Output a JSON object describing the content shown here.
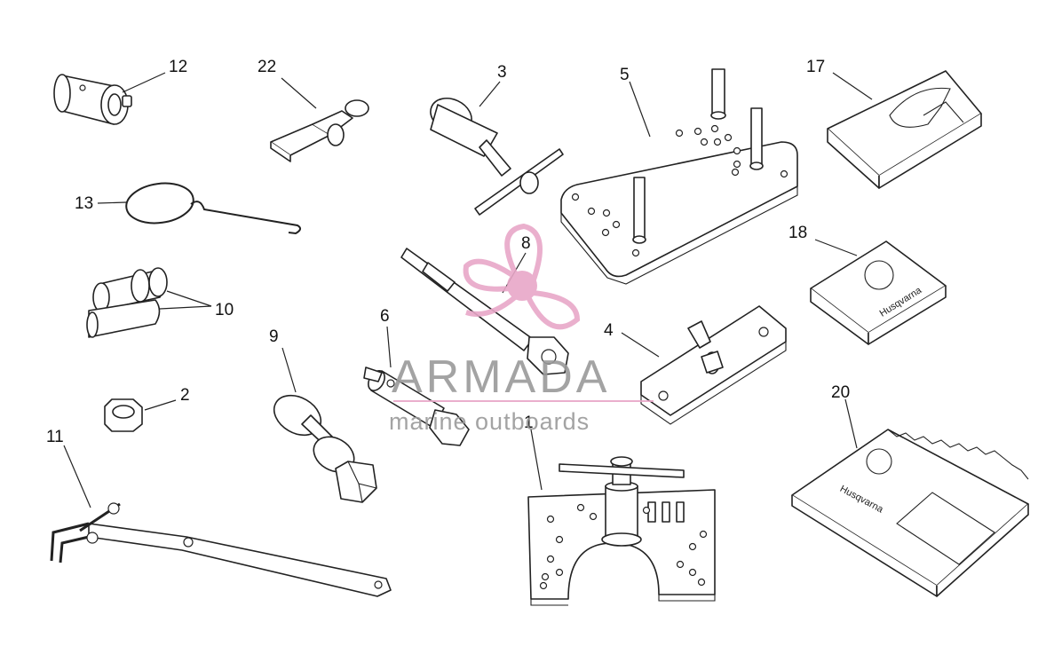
{
  "watermark": {
    "brand": "ARMADA",
    "tagline": "marine outboards",
    "logo_color": "#e8a7c8",
    "text_color": "#9a9a9a"
  },
  "book_branding": {
    "book_18_brand": "Husqvarna",
    "book_20_brand": "Husqvarna"
  },
  "callouts": {
    "c1": "1",
    "c2": "2",
    "c3": "3",
    "c4": "4",
    "c5": "5",
    "c6": "6",
    "c8": "8",
    "c9": "9",
    "c10": "10",
    "c11": "11",
    "c12": "12",
    "c13": "13",
    "c17": "17",
    "c18": "18",
    "c20": "20",
    "c22": "22"
  }
}
